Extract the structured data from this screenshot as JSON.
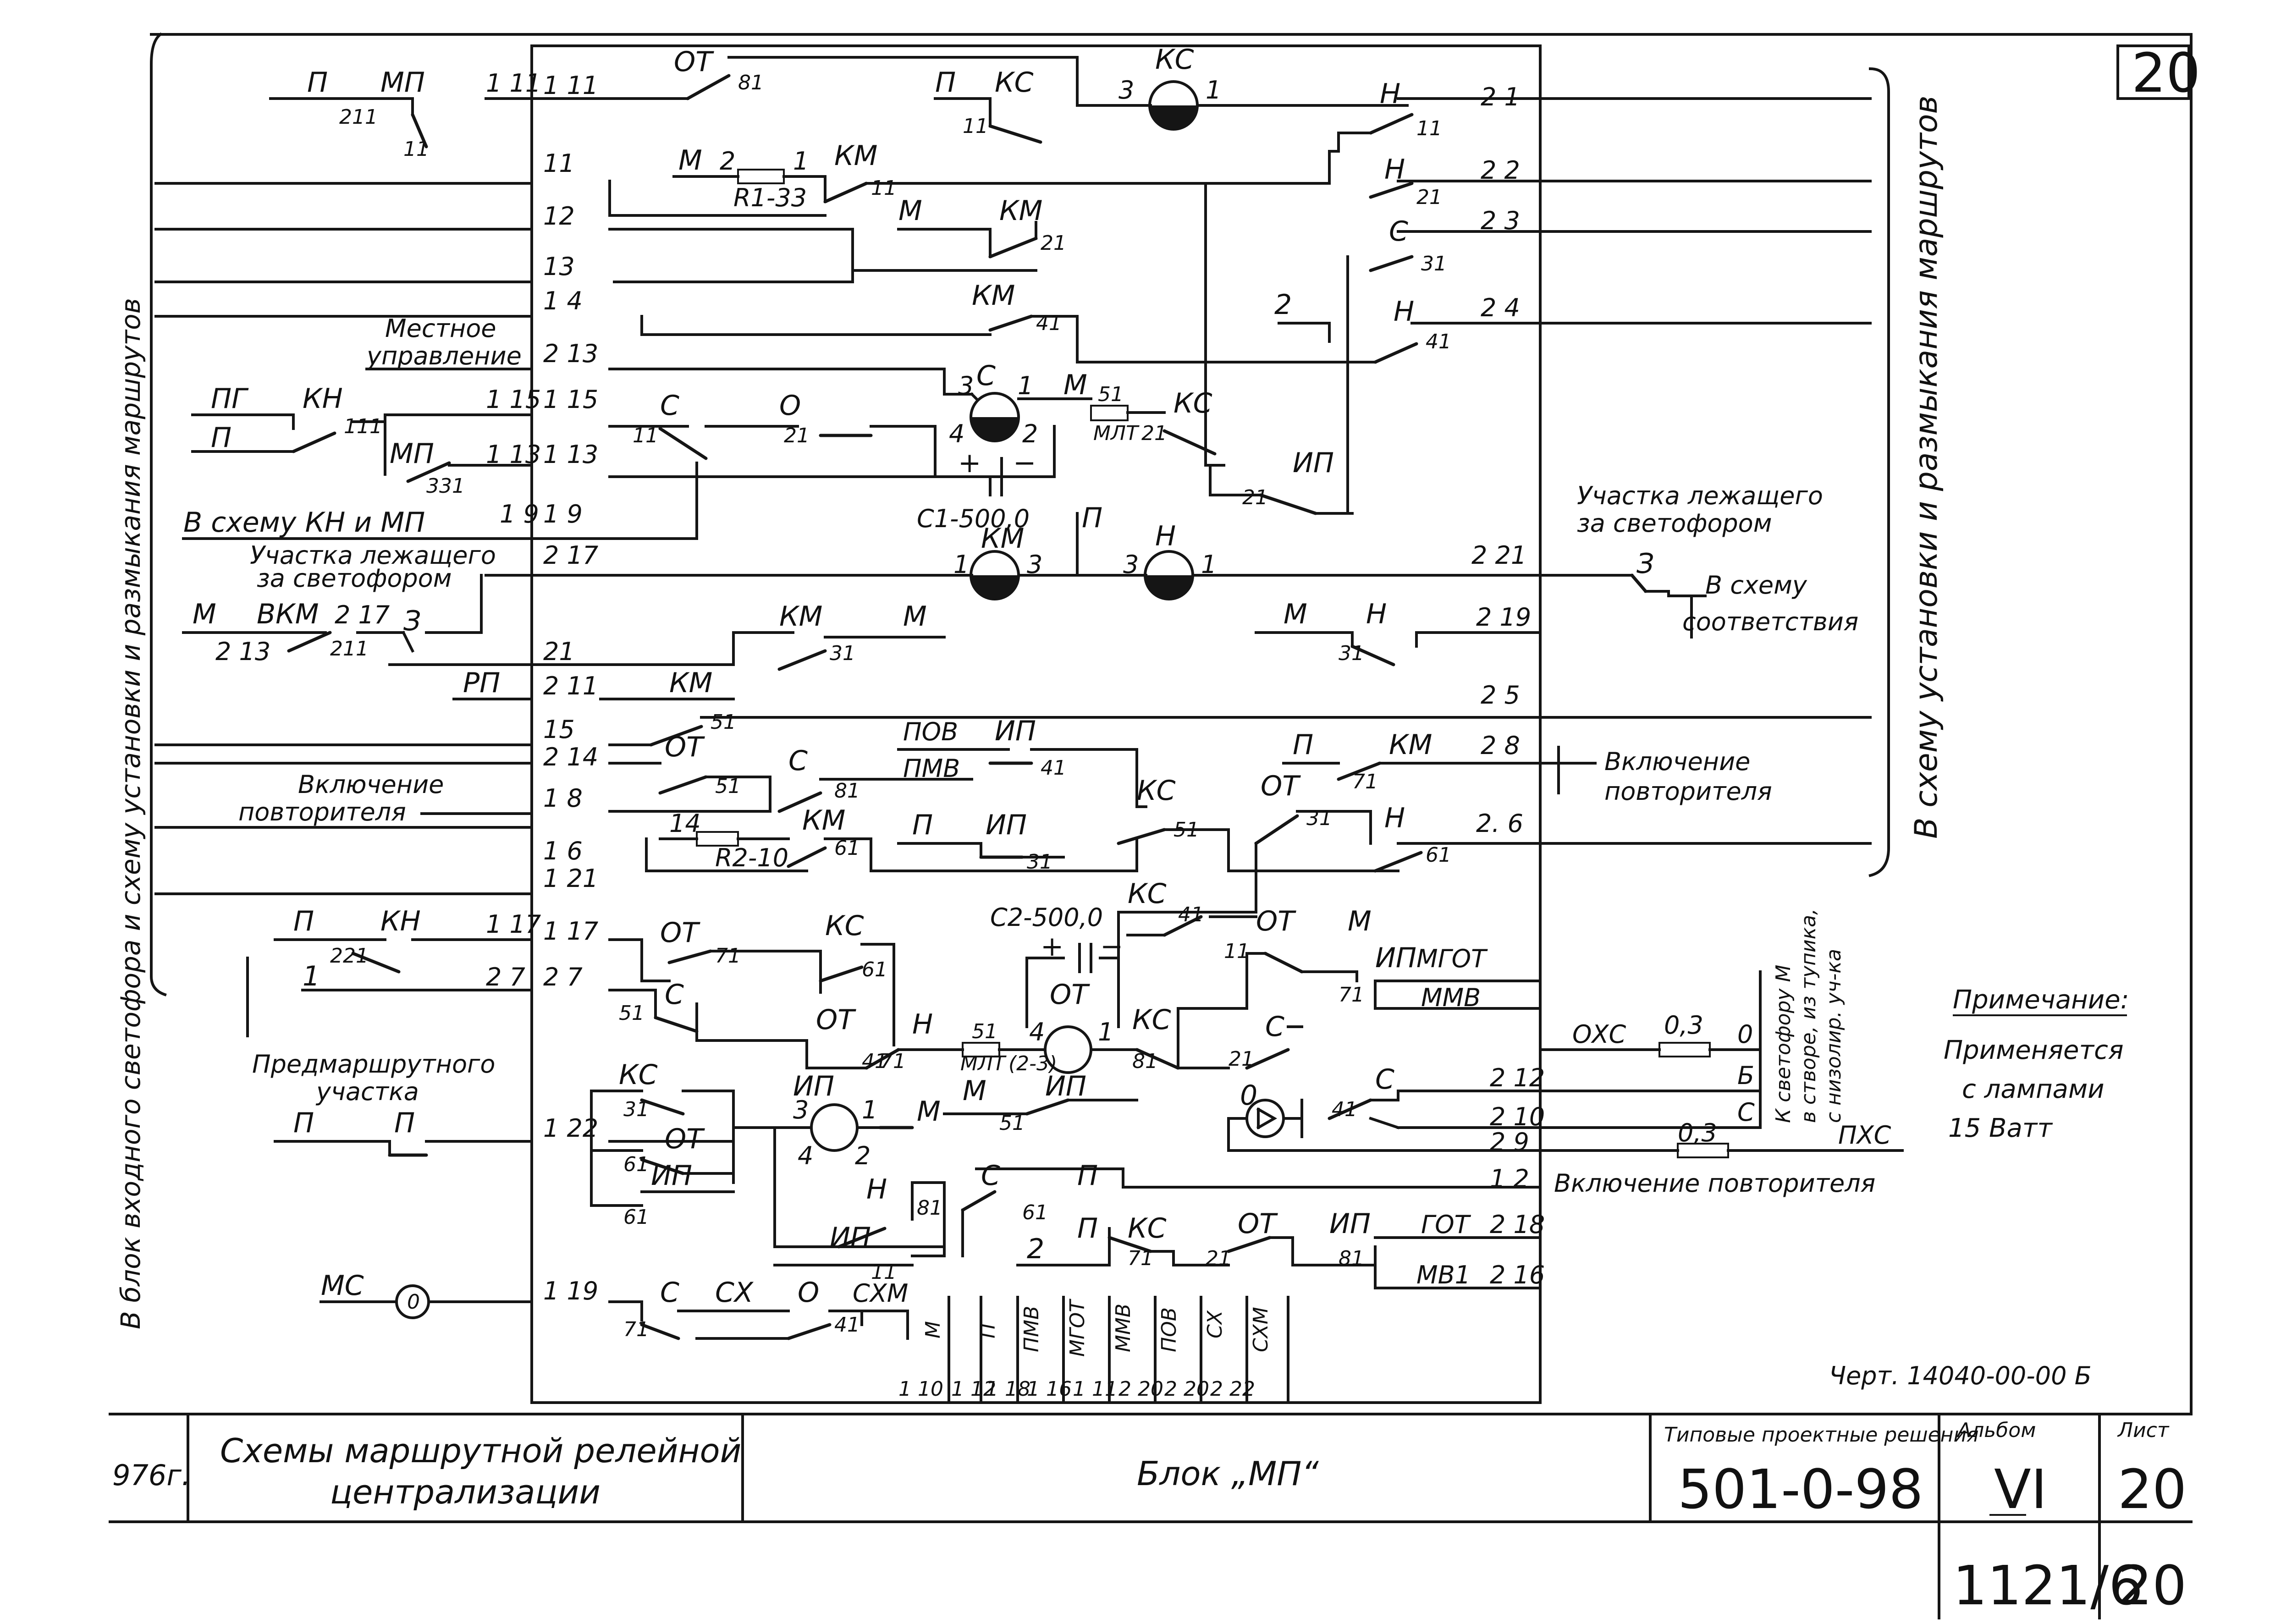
{
  "sheet": {
    "number": "20",
    "drawing_code": "Черт. 14040-00-00 Б",
    "blocks": {
      "main": "МП",
      "right": "В схему установки и размыкания маршрутов",
      "left_vertical": "В блок входного светофора и схему установки и размыкания маршрутов"
    }
  },
  "labels": {
    "mestnoe": "Местное",
    "upravlenie": "управление",
    "v_skhemu_kn_mp": "В схему КН и МП",
    "uchastka_lezh_1": "Участка лежащего",
    "za_svetoforom_1": "за светофором",
    "uchastka_lezh_2": "Участка лежащего",
    "za_svetoforom_2": "за светофором",
    "v_skhemu": "В схему",
    "sootvetstviya": "соответствия",
    "vkl_povt_l1": "Включение",
    "vkl_povt_l2": "повторителя",
    "vkl_povt_r1": "Включение",
    "vkl_povt_r2": "повторителя",
    "predmarshrutnogo": "Предмаршрутного",
    "uchastka": "участка",
    "vkl_povt_bottom": "Включение повторителя",
    "k_svetoforu_1": "К светофору М",
    "k_svetoforu_2": "в створе, из тупика,",
    "k_svetoforu_3": "с низолир. уч-ка",
    "c1": "С1-500,0",
    "c2": "С2-500,0"
  },
  "relays": [
    {
      "name": "КС"
    },
    {
      "name": "С"
    },
    {
      "name": "КМ"
    },
    {
      "name": "Н"
    },
    {
      "name": "ОТ"
    },
    {
      "name": "ИП"
    }
  ],
  "terminals_left": [
    "1 11",
    "11",
    "12",
    "13",
    "1 4",
    "2 13",
    "1 15",
    "1 13",
    "1 9",
    "2 17",
    "21",
    "2 11",
    "15",
    "2 14",
    "1 8",
    "1 6",
    "1 21",
    "1 17",
    "2 7",
    "1 22",
    "1 19"
  ],
  "terminals_right": [
    "2 1",
    "2 2",
    "2 3",
    "2 4",
    "2 21",
    "2 19",
    "2 5",
    "2 8",
    "2. 6",
    "2 12",
    "2 10",
    "2 9",
    "1 2",
    "2 18",
    "2 16"
  ],
  "terminals_bottom": [
    "1 10",
    "1 12",
    "1 18",
    "1 16",
    "1 11",
    "2 20",
    "2 20",
    "2 22"
  ],
  "bottom_tags": [
    "М",
    "П",
    "ПМВ",
    "МГОТ",
    "ММВ",
    "ПОВ",
    "СХ",
    "СХМ"
  ],
  "note": {
    "title": "Примечание:",
    "line1": "Применяется",
    "line2": "с лампами",
    "line3": "15 Ватт"
  },
  "title_block": {
    "year": "976г.",
    "name_line1": "Схемы маршрутной релейной",
    "name_line2": "централизации",
    "block": "Блок „МП“",
    "series_label": "Типовые проектные решения",
    "series": "501-0-98",
    "album_label": "Альбом",
    "album": "VI",
    "sheet_label": "Лист",
    "sheet": "20",
    "code": "1121/6",
    "sheet2": "20"
  }
}
